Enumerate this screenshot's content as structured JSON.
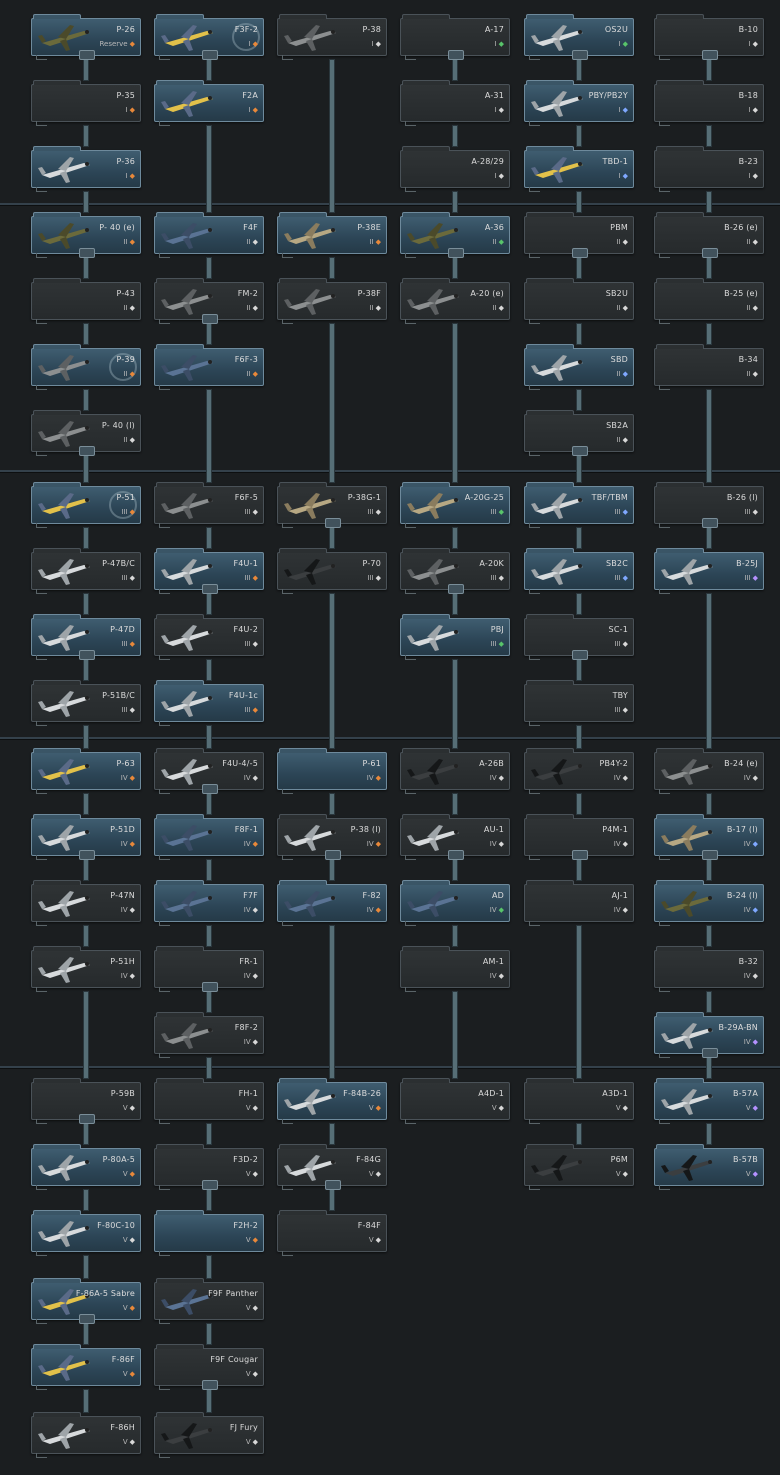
{
  "colors": {
    "background": "#1b1e20",
    "line": "#566e76",
    "researched_card": "#2c4556",
    "locked_card": "#2a2e30",
    "orange_dot": "#e8883a",
    "blue_dot": "#7fa8ff",
    "white_dot": "#d8d8d8",
    "green_dot": "#58c46a",
    "purple_dot": "#b491ff"
  },
  "columns": [
    {
      "id": "fighters-a",
      "vehicles": [
        {
          "name": "P-26",
          "sub": "Reserve",
          "dot": "orange",
          "row": 0,
          "researched": true,
          "plane": "olive"
        },
        {
          "name": "P-35",
          "sub": "I",
          "dot": "orange",
          "row": 1,
          "researched": false
        },
        {
          "name": "P-36",
          "sub": "I",
          "dot": "orange",
          "row": 2,
          "researched": true,
          "plane": "silver"
        },
        {
          "name": "P- 40 (e)",
          "sub": "II",
          "dot": "orange",
          "row": 3,
          "researched": true,
          "plane": "olive"
        },
        {
          "name": "P-43",
          "sub": "II",
          "dot": "white",
          "row": 4,
          "researched": false
        },
        {
          "name": "P-39",
          "sub": "II",
          "dot": "orange",
          "row": 5,
          "researched": true,
          "plane": "grey",
          "badge": true
        },
        {
          "name": "P- 40 (l)",
          "sub": "II",
          "dot": "white",
          "row": 6,
          "researched": false,
          "plane": "grey"
        },
        {
          "name": "P-51",
          "sub": "III",
          "dot": "orange",
          "row": 7,
          "researched": true,
          "plane": "yellow",
          "badge": true
        },
        {
          "name": "P-47B/C",
          "sub": "III",
          "dot": "white",
          "row": 8,
          "researched": false,
          "plane": "silver"
        },
        {
          "name": "P-47D",
          "sub": "III",
          "dot": "orange",
          "row": 9,
          "researched": true,
          "plane": "silver"
        },
        {
          "name": "P-51B/C",
          "sub": "III",
          "dot": "white",
          "row": 10,
          "researched": false,
          "plane": "silver"
        },
        {
          "name": "P-63",
          "sub": "IV",
          "dot": "orange",
          "row": 11,
          "researched": true,
          "plane": "yellow"
        },
        {
          "name": "P-51D",
          "sub": "IV",
          "dot": "orange",
          "row": 12,
          "researched": true,
          "plane": "silver"
        },
        {
          "name": "P-47N",
          "sub": "IV",
          "dot": "white",
          "row": 13,
          "researched": false,
          "plane": "silver"
        },
        {
          "name": "P-51H",
          "sub": "IV",
          "dot": "white",
          "row": 14,
          "researched": false,
          "plane": "silver"
        },
        {
          "name": "P-59B",
          "sub": "V",
          "dot": "white",
          "row": 16,
          "researched": false
        },
        {
          "name": "P-80A-5",
          "sub": "V",
          "dot": "orange",
          "row": 17,
          "researched": true,
          "plane": "silver"
        },
        {
          "name": "F-80C-10",
          "sub": "V",
          "dot": "white",
          "row": 18,
          "researched": true,
          "plane": "silver"
        },
        {
          "name": "F-86A-5 Sabre",
          "sub": "V",
          "dot": "orange",
          "row": 19,
          "researched": true,
          "plane": "yellow"
        },
        {
          "name": "F-86F",
          "sub": "V",
          "dot": "orange",
          "row": 20,
          "researched": true,
          "plane": "yellow"
        },
        {
          "name": "F-86H",
          "sub": "V",
          "dot": "white",
          "row": 21,
          "researched": false,
          "plane": "silver"
        }
      ]
    },
    {
      "id": "fighters-b",
      "vehicles": [
        {
          "name": "F3F-2",
          "sub": "I",
          "dot": "orange",
          "row": 0,
          "researched": true,
          "plane": "yellow",
          "badge": true
        },
        {
          "name": "F2A",
          "sub": "I",
          "dot": "orange",
          "row": 1,
          "researched": true,
          "plane": "yellow"
        },
        {
          "name": "F4F",
          "sub": "II",
          "dot": "white",
          "row": 3,
          "researched": true,
          "plane": "blue"
        },
        {
          "name": "FM-2",
          "sub": "II",
          "dot": "white",
          "row": 4,
          "researched": false,
          "plane": "grey"
        },
        {
          "name": "F6F-3",
          "sub": "II",
          "dot": "orange",
          "row": 5,
          "researched": true,
          "plane": "blue"
        },
        {
          "name": "F6F-5",
          "sub": "III",
          "dot": "white",
          "row": 7,
          "researched": false,
          "plane": "grey"
        },
        {
          "name": "F4U-1",
          "sub": "III",
          "dot": "orange",
          "row": 8,
          "researched": true,
          "plane": "silver"
        },
        {
          "name": "F4U-2",
          "sub": "III",
          "dot": "white",
          "row": 9,
          "researched": false,
          "plane": "silver"
        },
        {
          "name": "F4U-1c",
          "sub": "III",
          "dot": "orange",
          "row": 10,
          "researched": true,
          "plane": "silver"
        },
        {
          "name": "F4U-4/-5",
          "sub": "IV",
          "dot": "white",
          "row": 11,
          "researched": false,
          "plane": "silver"
        },
        {
          "name": "F8F-1",
          "sub": "IV",
          "dot": "orange",
          "row": 12,
          "researched": true,
          "plane": "blue"
        },
        {
          "name": "F7F",
          "sub": "IV",
          "dot": "white",
          "row": 13,
          "researched": true,
          "plane": "blue"
        },
        {
          "name": "FR-1",
          "sub": "IV",
          "dot": "white",
          "row": 14,
          "researched": false
        },
        {
          "name": "F8F-2",
          "sub": "IV",
          "dot": "white",
          "row": 15,
          "researched": false,
          "plane": "grey"
        },
        {
          "name": "FH-1",
          "sub": "V",
          "dot": "white",
          "row": 16,
          "researched": false
        },
        {
          "name": "F3D-2",
          "sub": "V",
          "dot": "white",
          "row": 17,
          "researched": false
        },
        {
          "name": "F2H-2",
          "sub": "V",
          "dot": "orange",
          "row": 18,
          "researched": true
        },
        {
          "name": "F9F Panther",
          "sub": "V",
          "dot": "white",
          "row": 19,
          "researched": false,
          "plane": "blue"
        },
        {
          "name": "F9F Cougar",
          "sub": "V",
          "dot": "white",
          "row": 20,
          "researched": false
        },
        {
          "name": "FJ Fury",
          "sub": "V",
          "dot": "white",
          "row": 21,
          "researched": false,
          "plane": "dark"
        }
      ]
    },
    {
      "id": "twin-engine",
      "vehicles": [
        {
          "name": "P-38",
          "sub": "I",
          "dot": "white",
          "row": 0,
          "researched": false,
          "plane": "grey"
        },
        {
          "name": "P-38E",
          "sub": "II",
          "dot": "orange",
          "row": 3,
          "researched": true,
          "plane": "tan"
        },
        {
          "name": "P-38F",
          "sub": "II",
          "dot": "white",
          "row": 4,
          "researched": false,
          "plane": "grey"
        },
        {
          "name": "P-38G-1",
          "sub": "III",
          "dot": "white",
          "row": 7,
          "researched": false,
          "plane": "tan"
        },
        {
          "name": "P-70",
          "sub": "III",
          "dot": "white",
          "row": 8,
          "researched": false,
          "plane": "dark"
        },
        {
          "name": "P-61",
          "sub": "IV",
          "dot": "orange",
          "row": 11,
          "researched": true
        },
        {
          "name": "P-38 (l)",
          "sub": "IV",
          "dot": "orange",
          "row": 12,
          "researched": false,
          "plane": "silver"
        },
        {
          "name": "F-82",
          "sub": "IV",
          "dot": "orange",
          "row": 13,
          "researched": true,
          "plane": "blue"
        },
        {
          "name": "F-84B-26",
          "sub": "V",
          "dot": "orange",
          "row": 16,
          "researched": true,
          "plane": "silver"
        },
        {
          "name": "F-84G",
          "sub": "V",
          "dot": "white",
          "row": 17,
          "researched": false,
          "plane": "silver"
        },
        {
          "name": "F-84F",
          "sub": "V",
          "dot": "white",
          "row": 18,
          "researched": false
        }
      ]
    },
    {
      "id": "attackers",
      "vehicles": [
        {
          "name": "A-17",
          "sub": "I",
          "dot": "green",
          "row": 0,
          "researched": false
        },
        {
          "name": "A-31",
          "sub": "I",
          "dot": "white",
          "row": 1,
          "researched": false
        },
        {
          "name": "A-28/29",
          "sub": "I",
          "dot": "white",
          "row": 2,
          "researched": false
        },
        {
          "name": "A-36",
          "sub": "II",
          "dot": "green",
          "row": 3,
          "researched": true,
          "plane": "olive"
        },
        {
          "name": "A-20 (e)",
          "sub": "II",
          "dot": "white",
          "row": 4,
          "researched": false,
          "plane": "grey"
        },
        {
          "name": "A-20G-25",
          "sub": "III",
          "dot": "green",
          "row": 7,
          "researched": true,
          "plane": "tan"
        },
        {
          "name": "A-20K",
          "sub": "III",
          "dot": "white",
          "row": 8,
          "researched": false,
          "plane": "grey"
        },
        {
          "name": "PBJ",
          "sub": "III",
          "dot": "green",
          "row": 9,
          "researched": true,
          "plane": "silver"
        },
        {
          "name": "A-26B",
          "sub": "IV",
          "dot": "white",
          "row": 11,
          "researched": false,
          "plane": "dark"
        },
        {
          "name": "AU-1",
          "sub": "IV",
          "dot": "white",
          "row": 12,
          "researched": false,
          "plane": "silver"
        },
        {
          "name": "AD",
          "sub": "IV",
          "dot": "green",
          "row": 13,
          "researched": true,
          "plane": "blue"
        },
        {
          "name": "AM-1",
          "sub": "IV",
          "dot": "white",
          "row": 14,
          "researched": false
        },
        {
          "name": "A4D-1",
          "sub": "V",
          "dot": "white",
          "row": 16,
          "researched": false
        }
      ]
    },
    {
      "id": "naval-bombers",
      "vehicles": [
        {
          "name": "OS2U",
          "sub": "I",
          "dot": "green",
          "row": 0,
          "researched": true,
          "plane": "silver"
        },
        {
          "name": "PBY/PB2Y",
          "sub": "I",
          "dot": "blue",
          "row": 1,
          "researched": true,
          "plane": "silver"
        },
        {
          "name": "TBD-1",
          "sub": "I",
          "dot": "blue",
          "row": 2,
          "researched": true,
          "plane": "yellow"
        },
        {
          "name": "PBM",
          "sub": "II",
          "dot": "white",
          "row": 3,
          "researched": false
        },
        {
          "name": "SB2U",
          "sub": "II",
          "dot": "white",
          "row": 4,
          "researched": false
        },
        {
          "name": "SBD",
          "sub": "II",
          "dot": "blue",
          "row": 5,
          "researched": true,
          "plane": "silver"
        },
        {
          "name": "SB2A",
          "sub": "II",
          "dot": "white",
          "row": 6,
          "researched": false
        },
        {
          "name": "TBF/TBM",
          "sub": "III",
          "dot": "blue",
          "row": 7,
          "researched": true,
          "plane": "silver"
        },
        {
          "name": "SB2C",
          "sub": "III",
          "dot": "blue",
          "row": 8,
          "researched": true,
          "plane": "silver"
        },
        {
          "name": "SC-1",
          "sub": "III",
          "dot": "white",
          "row": 9,
          "researched": false
        },
        {
          "name": "TBY",
          "sub": "III",
          "dot": "white",
          "row": 10,
          "researched": false
        },
        {
          "name": "PB4Y-2",
          "sub": "IV",
          "dot": "white",
          "row": 11,
          "researched": false,
          "plane": "dark"
        },
        {
          "name": "P4M-1",
          "sub": "IV",
          "dot": "white",
          "row": 12,
          "researched": false
        },
        {
          "name": "AJ-1",
          "sub": "IV",
          "dot": "white",
          "row": 13,
          "researched": false
        },
        {
          "name": "A3D-1",
          "sub": "V",
          "dot": "white",
          "row": 16,
          "researched": false
        },
        {
          "name": "P6M",
          "sub": "V",
          "dot": "white",
          "row": 17,
          "researched": false,
          "plane": "dark"
        }
      ]
    },
    {
      "id": "bombers",
      "vehicles": [
        {
          "name": "B-10",
          "sub": "I",
          "dot": "white",
          "row": 0,
          "researched": false
        },
        {
          "name": "B-18",
          "sub": "I",
          "dot": "white",
          "row": 1,
          "researched": false
        },
        {
          "name": "B-23",
          "sub": "I",
          "dot": "white",
          "row": 2,
          "researched": false
        },
        {
          "name": "B-26 (e)",
          "sub": "II",
          "dot": "white",
          "row": 3,
          "researched": false
        },
        {
          "name": "B-25 (e)",
          "sub": "II",
          "dot": "white",
          "row": 4,
          "researched": false
        },
        {
          "name": "B-34",
          "sub": "II",
          "dot": "white",
          "row": 5,
          "researched": false
        },
        {
          "name": "B-26 (l)",
          "sub": "III",
          "dot": "white",
          "row": 7,
          "researched": false
        },
        {
          "name": "B-25J",
          "sub": "III",
          "dot": "purple",
          "row": 8,
          "researched": true,
          "plane": "silver"
        },
        {
          "name": "B-24 (e)",
          "sub": "IV",
          "dot": "white",
          "row": 11,
          "researched": false,
          "plane": "grey"
        },
        {
          "name": "B-17 (l)",
          "sub": "IV",
          "dot": "blue",
          "row": 12,
          "researched": true,
          "plane": "tan"
        },
        {
          "name": "B-24 (l)",
          "sub": "IV",
          "dot": "blue",
          "row": 13,
          "researched": true,
          "plane": "olive"
        },
        {
          "name": "B-32",
          "sub": "IV",
          "dot": "white",
          "row": 14,
          "researched": false
        },
        {
          "name": "B-29A-BN",
          "sub": "IV",
          "dot": "purple",
          "row": 15,
          "researched": true,
          "plane": "silver"
        },
        {
          "name": "B-57A",
          "sub": "V",
          "dot": "purple",
          "row": 16,
          "researched": true,
          "plane": "silver"
        },
        {
          "name": "B-57B",
          "sub": "V",
          "dot": "purple",
          "row": 17,
          "researched": true,
          "plane": "dark"
        }
      ]
    }
  ]
}
